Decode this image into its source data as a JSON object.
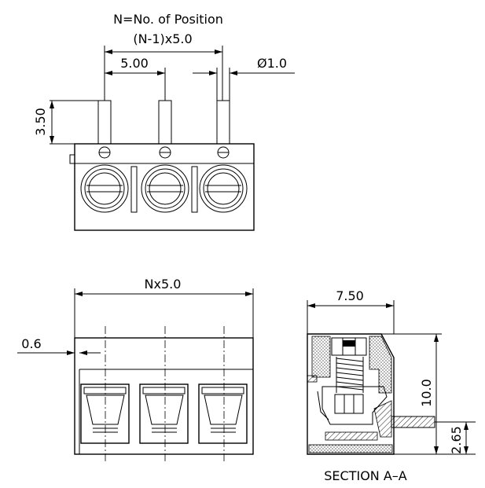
{
  "labels": {
    "note": "N=No. of Position",
    "pitch_total": "(N-1)x5.0",
    "pitch": "5.00",
    "pin_diameter": "Ø1.0",
    "pin_length": "3.50",
    "total_width": "Nx5.0",
    "offset": "0.6",
    "depth": "7.50",
    "height": "10.0",
    "pin_height": "2.65",
    "section": "SECTION  A–A"
  },
  "positions": 3,
  "colors": {
    "line": "#000000",
    "hatch": "#000000",
    "background": "#ffffff"
  }
}
